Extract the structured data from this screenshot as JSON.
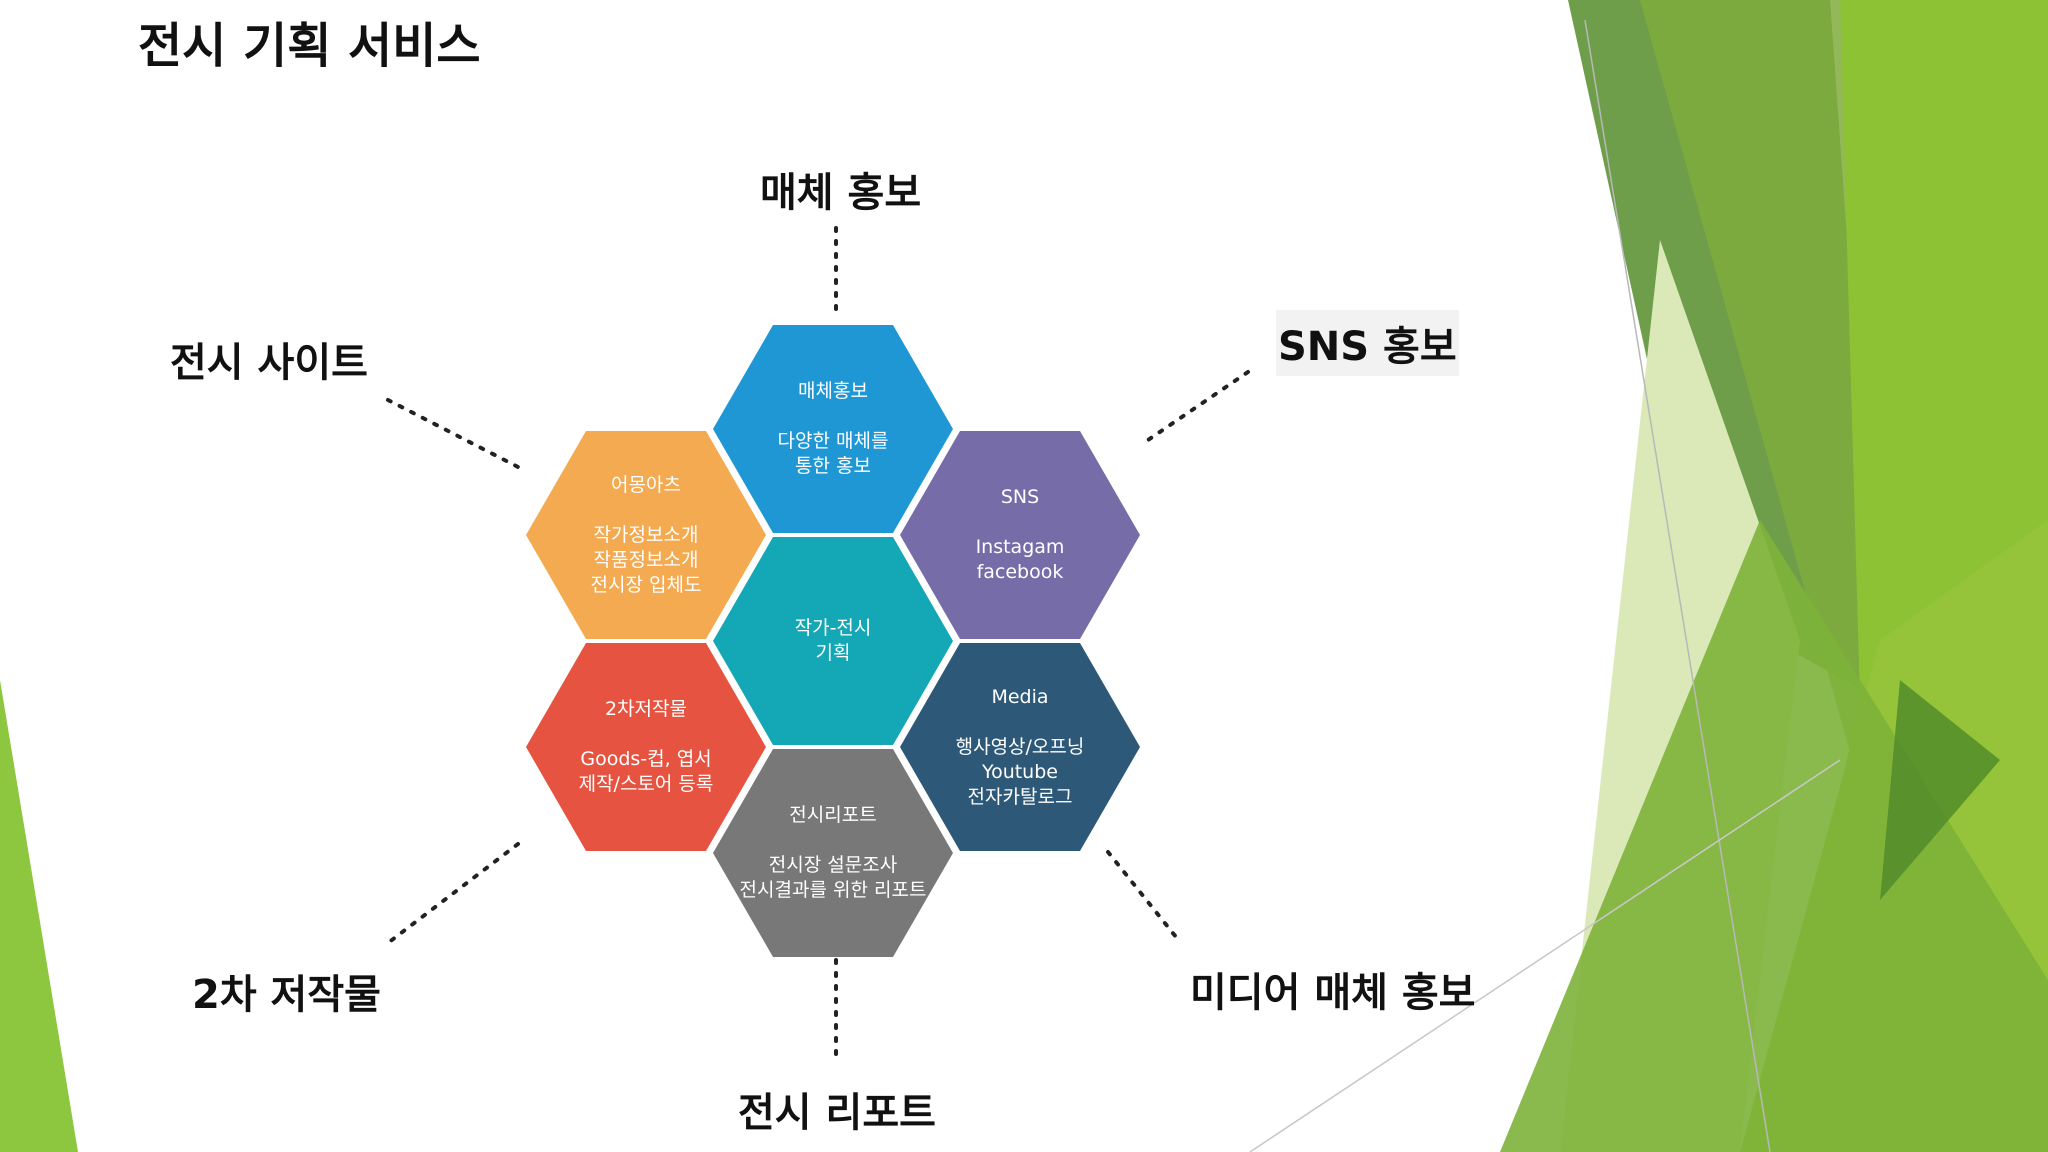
{
  "slide": {
    "title": "전시 기획 서비스"
  },
  "labels": {
    "media_promo": "매체 홍보",
    "sns_promo": "SNS 홍보",
    "exhibit_site": "전시 사이트",
    "derivative": "2차 저작물",
    "media_ad_promo": "미디어 매체 홍보",
    "exhibit_report": "전시 리포트"
  },
  "hexes": {
    "media": {
      "title": "매체홍보",
      "body": "다양한 매체를\n통한 홍보",
      "color": "#1f97d4"
    },
    "sns": {
      "title": "SNS",
      "body": "Instagam\nfacebook",
      "color": "#756ca8"
    },
    "site": {
      "title": "어몽아츠",
      "body": "작가정보소개\n작품정보소개\n전시장 입체도",
      "color": "#f4aa50"
    },
    "center": {
      "title": "작가-전시\n기획",
      "color": "#14a7b5"
    },
    "derivative": {
      "title": "2차저작물",
      "body": "Goods-컵, 엽서\n제작/스토어 등록",
      "color": "#e65441"
    },
    "mediaVideo": {
      "title": "Media",
      "body": "행사영상/오프닝\nYoutube\n전자카탈로그",
      "color": "#2e5878"
    },
    "report": {
      "title": "전시리포트",
      "body": "전시장 설문조사\n전시결과를 위한 리포트",
      "color": "#787878"
    }
  },
  "theme": {
    "green_dark": "#5a9a3a",
    "green_mid": "#7cb342",
    "green_light": "#9ccc3c",
    "green_pale": "#dbe9b8"
  }
}
